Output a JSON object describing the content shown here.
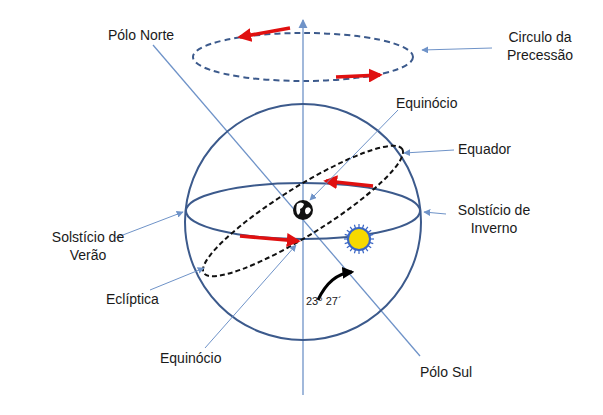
{
  "diagram": {
    "labels": [
      "Pólo Norte",
      "Circulo da Precessão",
      "Equinócio",
      "Equador",
      "Solstício de Verão",
      "Solstício de Inverno",
      "Eclíptica",
      "23° 27´",
      "Equinócio",
      "Pólo Sul"
    ]
  }
}
